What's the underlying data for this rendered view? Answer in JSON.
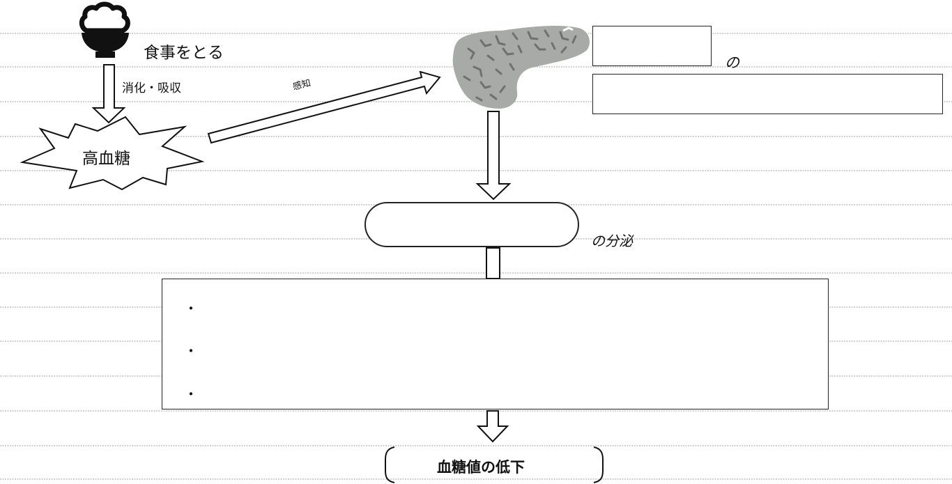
{
  "diagram": {
    "meal_label": "食事をとる",
    "digestion_label": "消化・吸収",
    "detection_label": "感知",
    "high_blood_sugar_label": "高血糖",
    "organ_suffix": "の",
    "secretion_suffix": "の分泌",
    "effect_bullets": [
      "・",
      "・",
      "・"
    ],
    "result_label": "血糖値の低下",
    "icons": {
      "meal": "rice-bowl-icon",
      "organ": "pancreas-icon"
    },
    "colors": {
      "line": "#111111",
      "ruled_line": "#9a9a9a",
      "organ_fill": "#a7aaa7",
      "organ_detail": "#6e716e"
    }
  }
}
